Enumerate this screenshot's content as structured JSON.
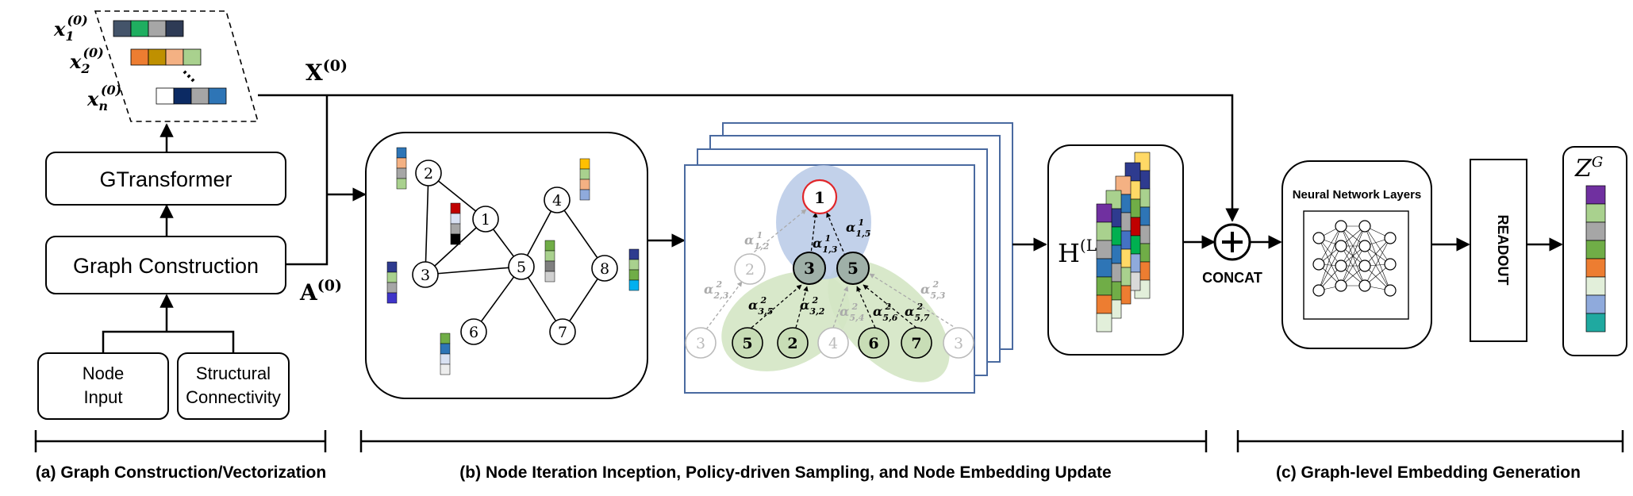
{
  "panel_a": {
    "node_input": [
      "Node",
      "Input"
    ],
    "structural": [
      "Structural",
      "Connectivity"
    ],
    "graph_construction": "Graph Construction",
    "gtransformer": "GTransformer",
    "x1_label": "x",
    "x1_sub": "1",
    "x2_sub": "2",
    "xn_sub": "n",
    "xsup": "(0)",
    "X_label": "X",
    "A_label": "A",
    "caption": "(a) Graph Construction/Vectorization"
  },
  "panel_b": {
    "graph_nodes": [
      "1",
      "2",
      "3",
      "4",
      "5",
      "6",
      "7",
      "8"
    ],
    "sampling_nodes": {
      "root": "1",
      "level1": [
        "2",
        "3",
        "5"
      ],
      "level2": [
        "3",
        "5",
        "2",
        "4",
        "6",
        "7",
        "3"
      ]
    },
    "alpha_symbol": "α",
    "alpha_labels": [
      {
        "sub": "1,2",
        "sup": "1"
      },
      {
        "sub": "1,3",
        "sup": "1"
      },
      {
        "sub": "1,5",
        "sup": "1"
      },
      {
        "sub": "2,3",
        "sup": "2"
      },
      {
        "sub": "3,5",
        "sup": "2"
      },
      {
        "sub": "3,2",
        "sup": "2"
      },
      {
        "sub": "5,4",
        "sup": "2"
      },
      {
        "sub": "5,6",
        "sup": "2"
      },
      {
        "sub": "5,7",
        "sup": "2"
      },
      {
        "sub": "5,3",
        "sup": "2"
      }
    ],
    "h_label": "H",
    "h_sup": "(L)",
    "caption": "(b) Node Iteration Inception, Policy-driven Sampling, and Node Embedding Update"
  },
  "panel_c": {
    "concat": "CONCAT",
    "nn_title": "Neural Network Layers",
    "readout": "READOUT",
    "z_label": "Z",
    "z_sup": "G",
    "caption": "(c) Graph-level Embedding Generation"
  },
  "colors": {
    "line": "#000000",
    "frame": "#4a6aa0",
    "blue_ellipse": "#b7c9e6",
    "green_ellipse": "#d4e6c4",
    "root_red": "#e0262a",
    "gray_node": "#9a9a9a"
  }
}
